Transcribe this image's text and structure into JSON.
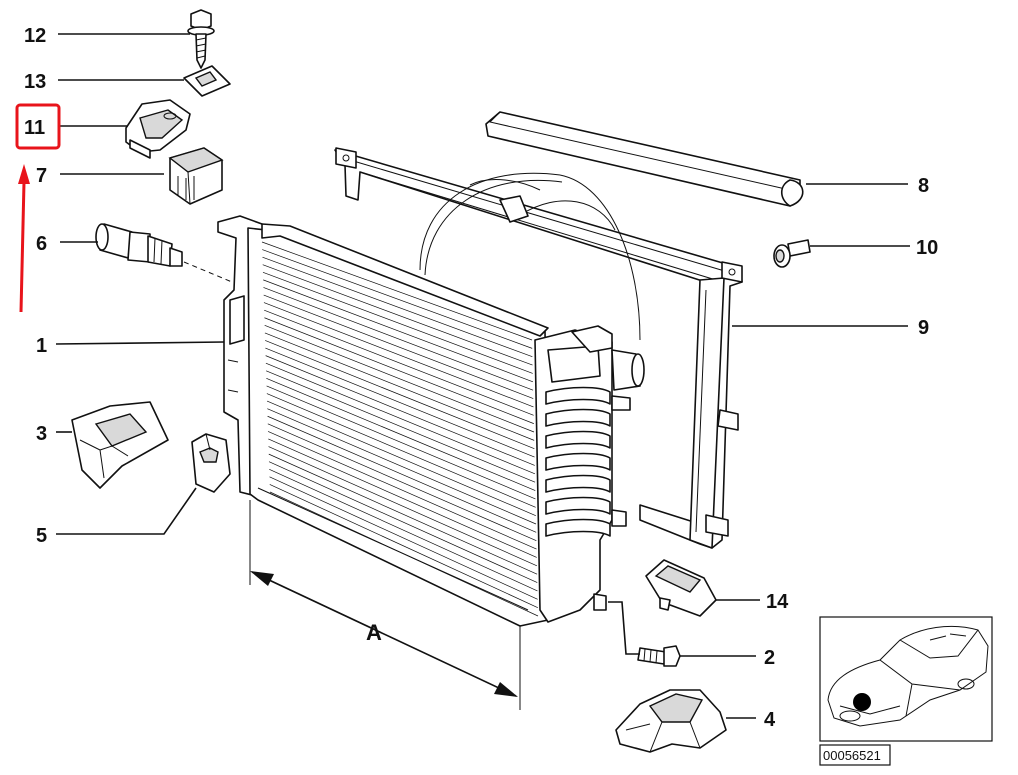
{
  "callouts": {
    "p12": "12",
    "p13": "13",
    "p11": "11",
    "p7": "7",
    "p6": "6",
    "p1": "1",
    "p3": "3",
    "p5": "5",
    "p8": "8",
    "p10": "10",
    "p9": "9",
    "p14": "14",
    "p2": "2",
    "p4": "4"
  },
  "dimension_label": "A",
  "inset_code": "00056521",
  "highlight": {
    "target": "11",
    "color": "#e8141b"
  }
}
